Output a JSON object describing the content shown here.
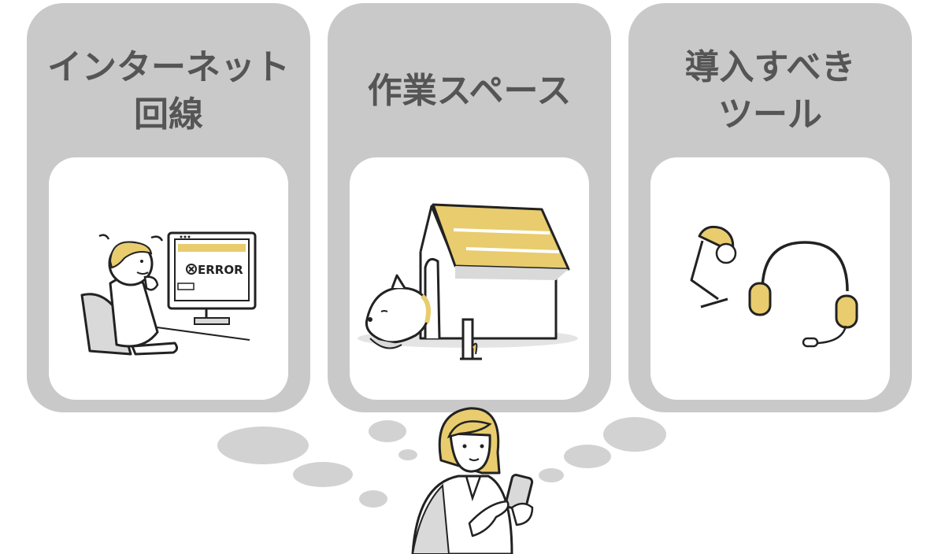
{
  "cards": [
    {
      "title": "インターネット\n回線",
      "icon": "computer-error-illustration"
    },
    {
      "title": "作業スペース",
      "icon": "dog-house-illustration"
    },
    {
      "title": "導入すべき\nツール",
      "icon": "desk-lamp-headset-illustration"
    }
  ],
  "screen_text": "ERROR",
  "colors": {
    "card_bg": "#c9c9c9",
    "title_text": "#555555",
    "accent_yellow": "#e8cc6e",
    "bubble": "#d2d2d2"
  }
}
